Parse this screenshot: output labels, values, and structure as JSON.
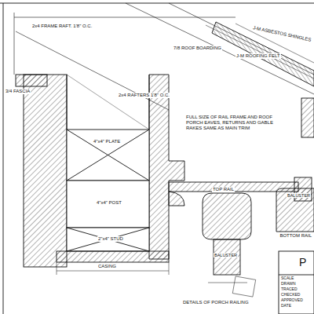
{
  "diagram": {
    "title": "DETAILS OF PORCH RAILING",
    "labels": [
      "2x4 FRAME RAFT. 1'8\" O.C.",
      "J-M ASBESTOS SHINGLES",
      "7/8 ROOF BOARDING",
      "J-M ROOFING FELT",
      "3/4 FASCIA",
      "2x4 RAFTERS 1'8\" O.C.",
      "FULL SIZE OF RAIL FRAME AND ROOF PORCH EAVES, RETURNS AND GABLE RAKES SAME AS MAIN TRIM",
      "4\"x4\" PLATE",
      "4\"x4\" POST",
      "2\"x4\" STUD",
      "CASING",
      "TOP RAIL",
      "BALUSTER",
      "BALUSTER",
      "BOTTOM RAIL",
      "P",
      "SCALE",
      "DRAWN",
      "TRACED",
      "CHECKED",
      "APPROVED",
      "DATE"
    ]
  }
}
